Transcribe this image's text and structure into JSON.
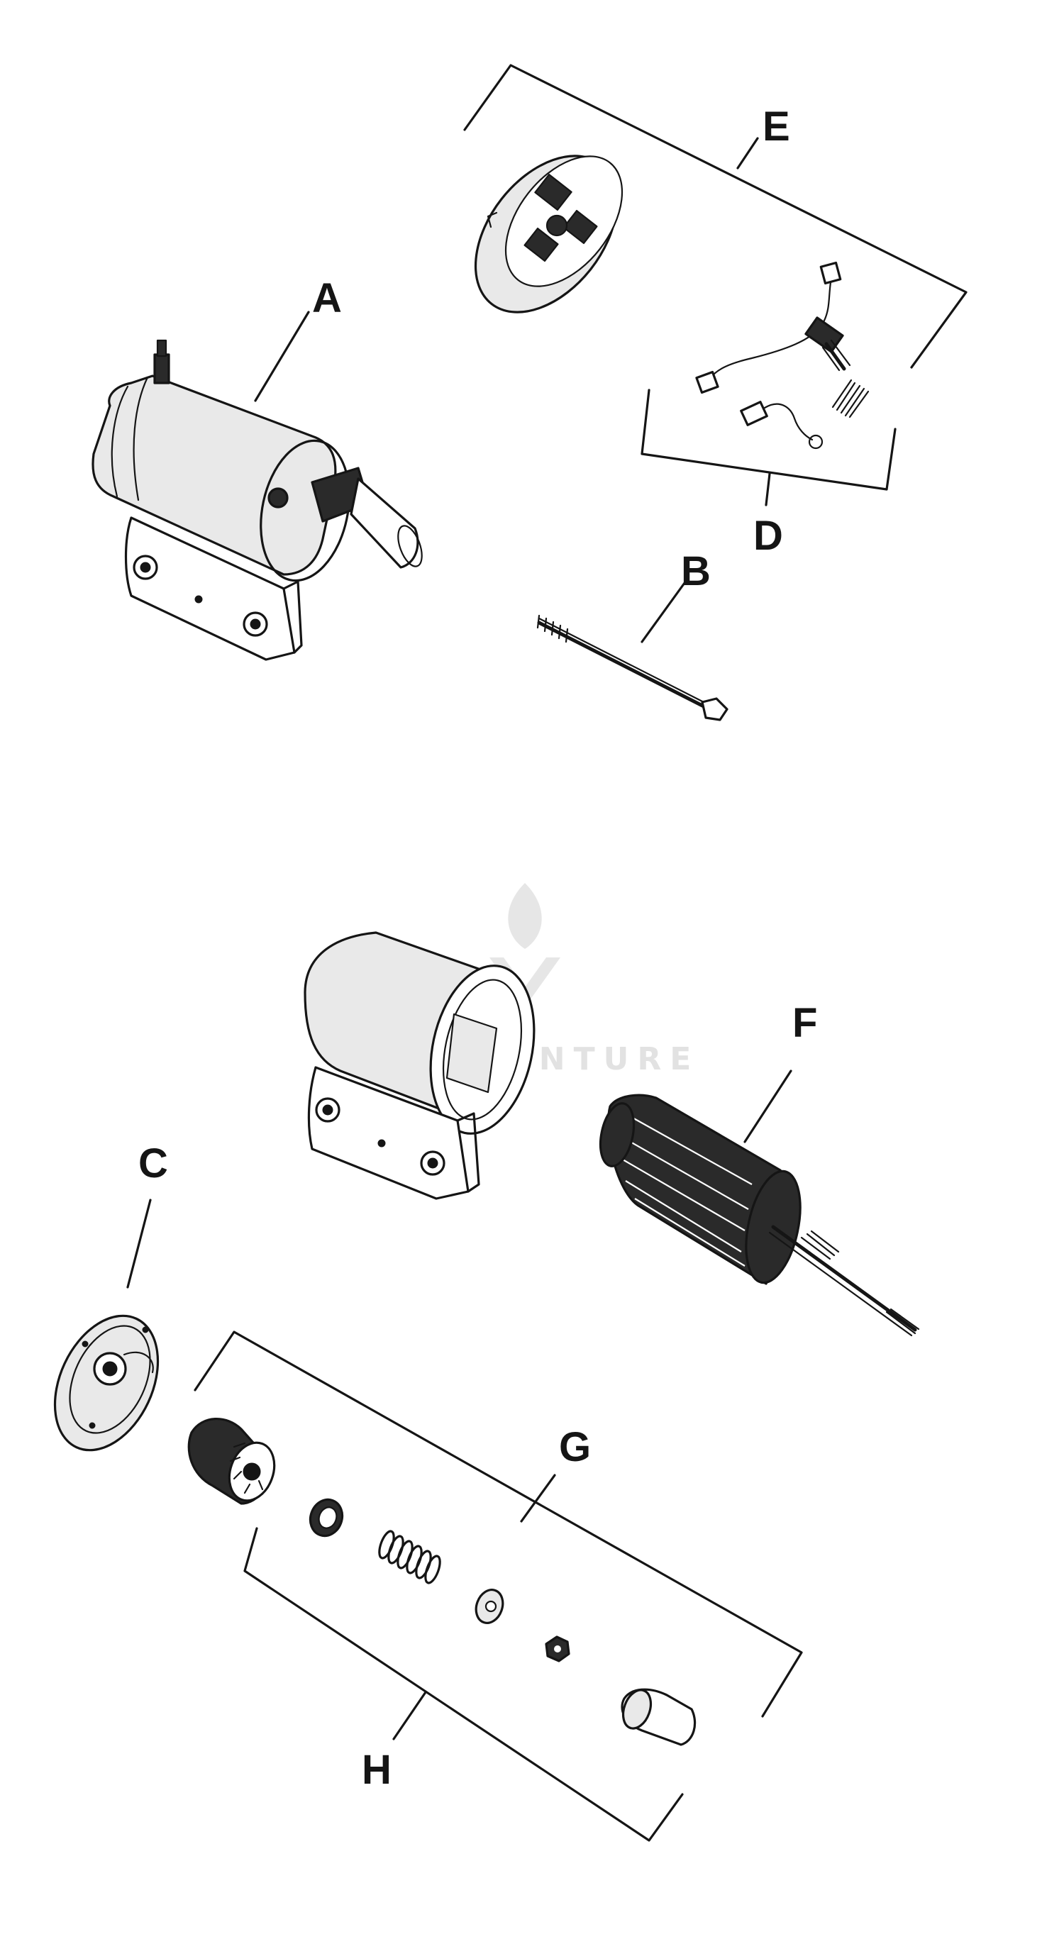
{
  "labels": {
    "A": "A",
    "B": "B",
    "C": "C",
    "D": "D",
    "E": "E",
    "F": "F",
    "G": "G",
    "H": "H"
  },
  "watermark": {
    "text": "LEADVENTURE"
  }
}
